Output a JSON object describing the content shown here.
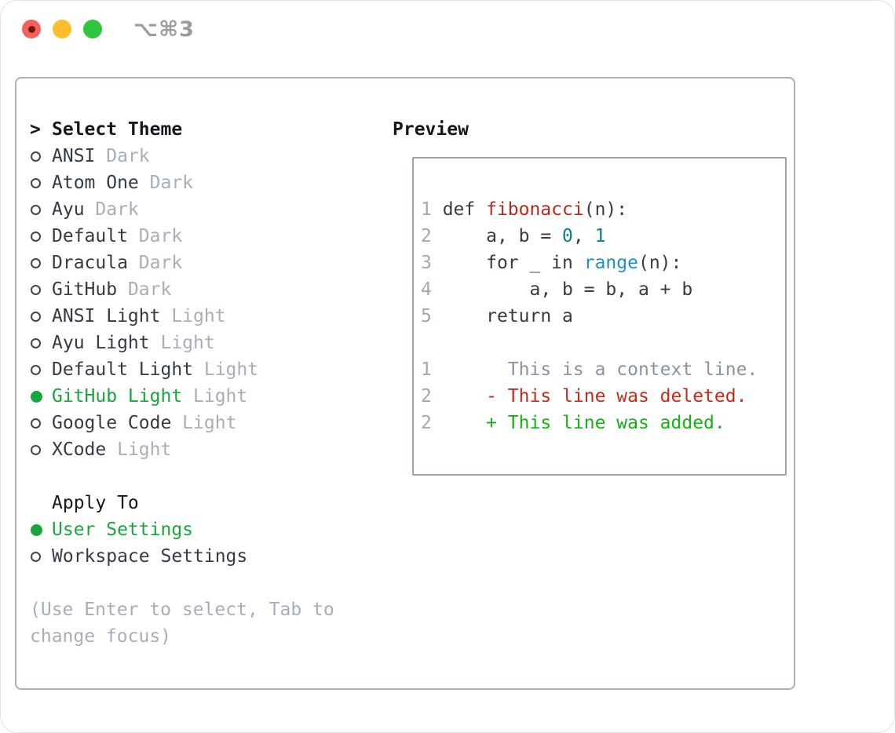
{
  "window": {
    "title": "⌥⌘3",
    "traffic_lights": [
      {
        "name": "close-button",
        "color": "#f4605a",
        "has_dot": true
      },
      {
        "name": "minimize-button",
        "color": "#fdbd2e",
        "has_dot": false
      },
      {
        "name": "zoom-button",
        "color": "#2fc63e",
        "has_dot": false
      }
    ]
  },
  "theme_panel": {
    "heading": "Select Theme",
    "items": [
      {
        "name": "ANSI",
        "tag": "Dark",
        "selected": false
      },
      {
        "name": "Atom One",
        "tag": "Dark",
        "selected": false
      },
      {
        "name": "Ayu",
        "tag": "Dark",
        "selected": false
      },
      {
        "name": "Default",
        "tag": "Dark",
        "selected": false
      },
      {
        "name": "Dracula",
        "tag": "Dark",
        "selected": false
      },
      {
        "name": "GitHub",
        "tag": "Dark",
        "selected": false
      },
      {
        "name": "ANSI Light",
        "tag": "Light",
        "selected": false
      },
      {
        "name": "Ayu Light",
        "tag": "Light",
        "selected": false
      },
      {
        "name": "Default Light",
        "tag": "Light",
        "selected": false
      },
      {
        "name": "GitHub Light",
        "tag": "Light",
        "selected": true
      },
      {
        "name": "Google Code",
        "tag": "Light",
        "selected": false
      },
      {
        "name": "XCode",
        "tag": "Light",
        "selected": false
      }
    ],
    "apply_to": {
      "heading": "Apply To",
      "options": [
        {
          "label": "User Settings",
          "selected": true
        },
        {
          "label": "Workspace Settings",
          "selected": false
        }
      ]
    },
    "help_text": "(Use Enter to select, Tab to change focus)"
  },
  "preview": {
    "heading": "Preview",
    "lines": [
      [
        {
          "c": "gutter",
          "t": "1 "
        },
        {
          "c": "code",
          "t": "def "
        },
        {
          "c": "func",
          "t": "fibonacci"
        },
        {
          "c": "code",
          "t": "(n):"
        }
      ],
      [
        {
          "c": "gutter",
          "t": "2 "
        },
        {
          "c": "code",
          "t": "    a, b = "
        },
        {
          "c": "num",
          "t": "0"
        },
        {
          "c": "code",
          "t": ", "
        },
        {
          "c": "num",
          "t": "1"
        }
      ],
      [
        {
          "c": "gutter",
          "t": "3 "
        },
        {
          "c": "code",
          "t": "    for _ in "
        },
        {
          "c": "builtin",
          "t": "range"
        },
        {
          "c": "code",
          "t": "(n):"
        }
      ],
      [
        {
          "c": "gutter",
          "t": "4 "
        },
        {
          "c": "code",
          "t": "        a, b = b, a + b"
        }
      ],
      [
        {
          "c": "gutter",
          "t": "5 "
        },
        {
          "c": "code",
          "t": "    return a"
        }
      ],
      [],
      [
        {
          "c": "gutter",
          "t": "1 "
        },
        {
          "c": "ctx",
          "t": "      This is a context line."
        }
      ],
      [
        {
          "c": "gutter",
          "t": "2 "
        },
        {
          "c": "del",
          "t": "    - This line was deleted."
        }
      ],
      [
        {
          "c": "gutter",
          "t": "2 "
        },
        {
          "c": "add",
          "t": "    + This line was added."
        }
      ]
    ]
  },
  "colors": {
    "accent_selected_green": "#17a63c",
    "diff_added_green": "#12b212",
    "diff_deleted_red": "#c92a18",
    "function_red": "#b32a1e",
    "builtin_blue": "#1f8fcc",
    "number_teal": "#0e7f87",
    "text_dark": "#343b44",
    "muted_gray": "#a7aeb9",
    "gutter_gray": "#9fa8b3",
    "context_gray": "#8b939e",
    "panel_border": "#a9b1bb",
    "preview_border": "#9aa3ad",
    "title_gray": "#9b9b9b"
  }
}
